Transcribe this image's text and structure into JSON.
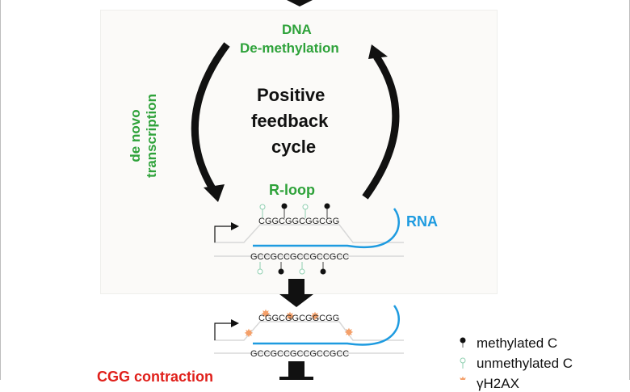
{
  "diagram": {
    "cycle": {
      "title_lines": [
        "Positive",
        "feedback",
        "cycle"
      ],
      "top_label_lines": [
        "DNA",
        "De-methylation"
      ],
      "left_label_lines": [
        "de novo",
        "transcription"
      ],
      "bottom_label": "R-loop"
    },
    "r_loop_panel": {
      "top_strand_seq": "CGGCGGCGGCGG",
      "bottom_strand_seq": "GCCGCCGCCGCCGCC",
      "rna_label": "RNA",
      "top_marks": [
        "unmethylated",
        "methylated",
        "unmethylated",
        "methylated"
      ],
      "bottom_marks": [
        "unmethylated",
        "methylated",
        "unmethylated",
        "methylated"
      ]
    },
    "damage_panel": {
      "top_strand_seq": "CGGCGGCGGCGG",
      "bottom_strand_seq": "GCCGCCGCCGCCGCC",
      "damage_marker_count": 5
    },
    "outcome_label": "CGG contraction",
    "colors": {
      "green": "#2ea23a",
      "rna_blue": "#1e9be0",
      "red": "#e0201b",
      "star_orange": "#f4a06a",
      "unmethylated": "#8fcfb0"
    }
  },
  "legend": {
    "items": [
      {
        "icon": "methylated-c-icon",
        "label": "methylated C"
      },
      {
        "icon": "unmethylated-c-icon",
        "label": "unmethylated C"
      },
      {
        "icon": "gamma-h2ax-icon",
        "label": "γH2AX"
      }
    ]
  }
}
